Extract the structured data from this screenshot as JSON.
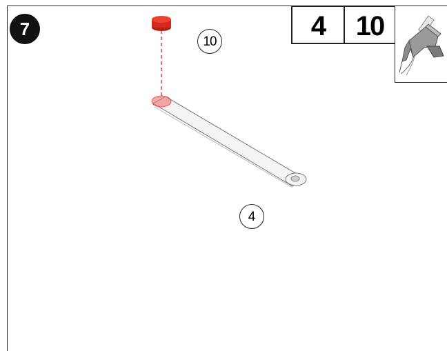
{
  "step": {
    "number": "7"
  },
  "quantities": {
    "primary": "4",
    "secondary": "10"
  },
  "callouts": {
    "cap": "10",
    "rod": "4"
  },
  "tool": {
    "icon": "glue-gun-icon"
  },
  "colors": {
    "cap": "#e02a1a",
    "guide": "#e04040",
    "rod_fill": "#f2f2f2",
    "outline": "#222222"
  }
}
